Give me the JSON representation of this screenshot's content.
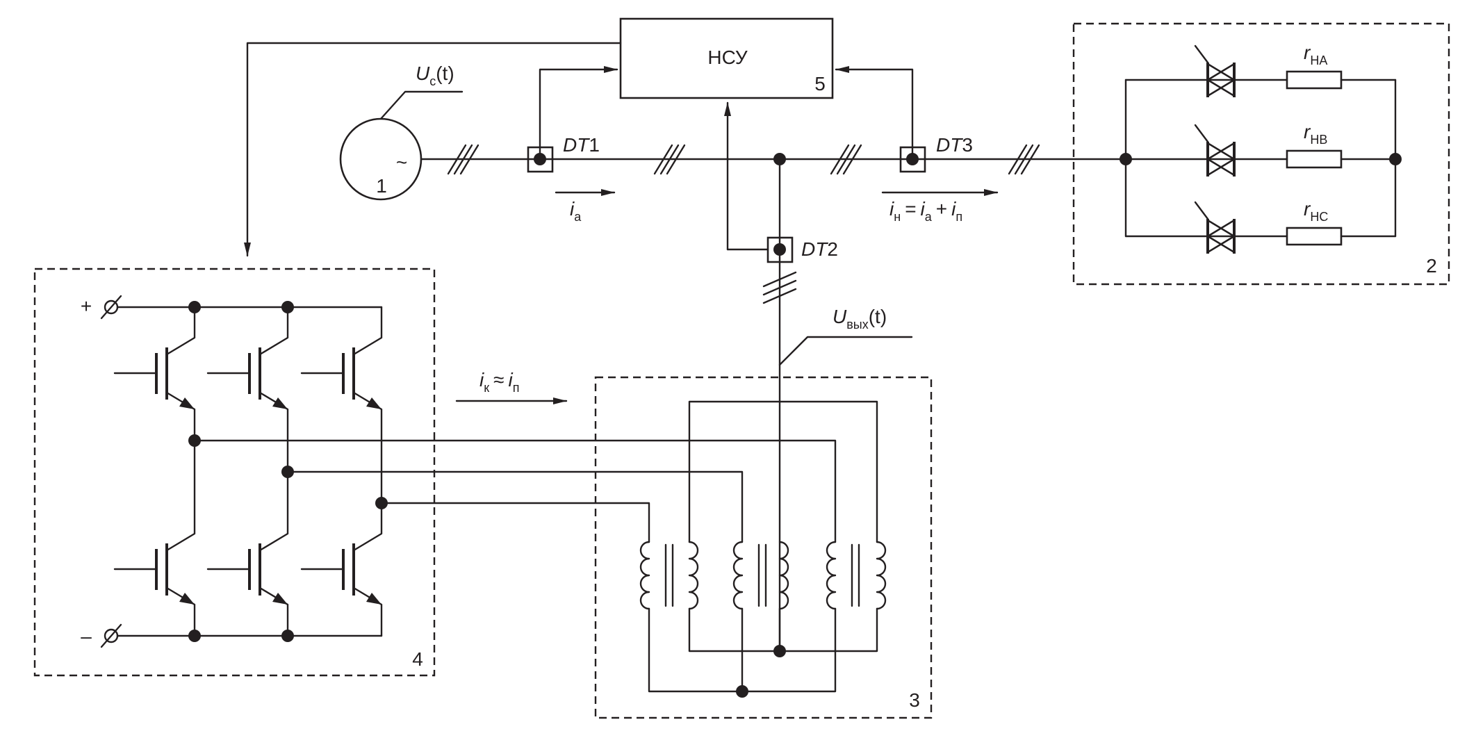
{
  "controller": {
    "label": "НСУ",
    "number": "5"
  },
  "source": {
    "symbol": "~",
    "number": "1",
    "voltage_main": "U",
    "voltage_sub": "с",
    "voltage_arg": "(t)"
  },
  "sensors": {
    "dt1": {
      "prefix": "DT",
      "index": "1"
    },
    "dt2": {
      "prefix": "DT",
      "index": "2"
    },
    "dt3": {
      "prefix": "DT",
      "index": "3"
    }
  },
  "currents": {
    "ia": {
      "main": "i",
      "sub": "а"
    },
    "load": {
      "i1": "i",
      "s1": "н",
      "eq": "=",
      "i2": "i",
      "s2": "а",
      "plus": "+",
      "i3": "i",
      "s3": "п"
    },
    "comp": {
      "i1": "i",
      "s1": "к",
      "approx": "≈",
      "i2": "i",
      "s2": "п"
    }
  },
  "output_voltage": {
    "main": "U",
    "sub": "вых",
    "arg": "(t)"
  },
  "load_block": {
    "number": "2",
    "resistors": [
      {
        "main": "r",
        "sub": "НА"
      },
      {
        "main": "r",
        "sub": "НВ"
      },
      {
        "main": "r",
        "sub": "НС"
      }
    ]
  },
  "transformer_block": {
    "number": "3"
  },
  "inverter_block": {
    "number": "4",
    "plus": "+",
    "minus": "–"
  }
}
